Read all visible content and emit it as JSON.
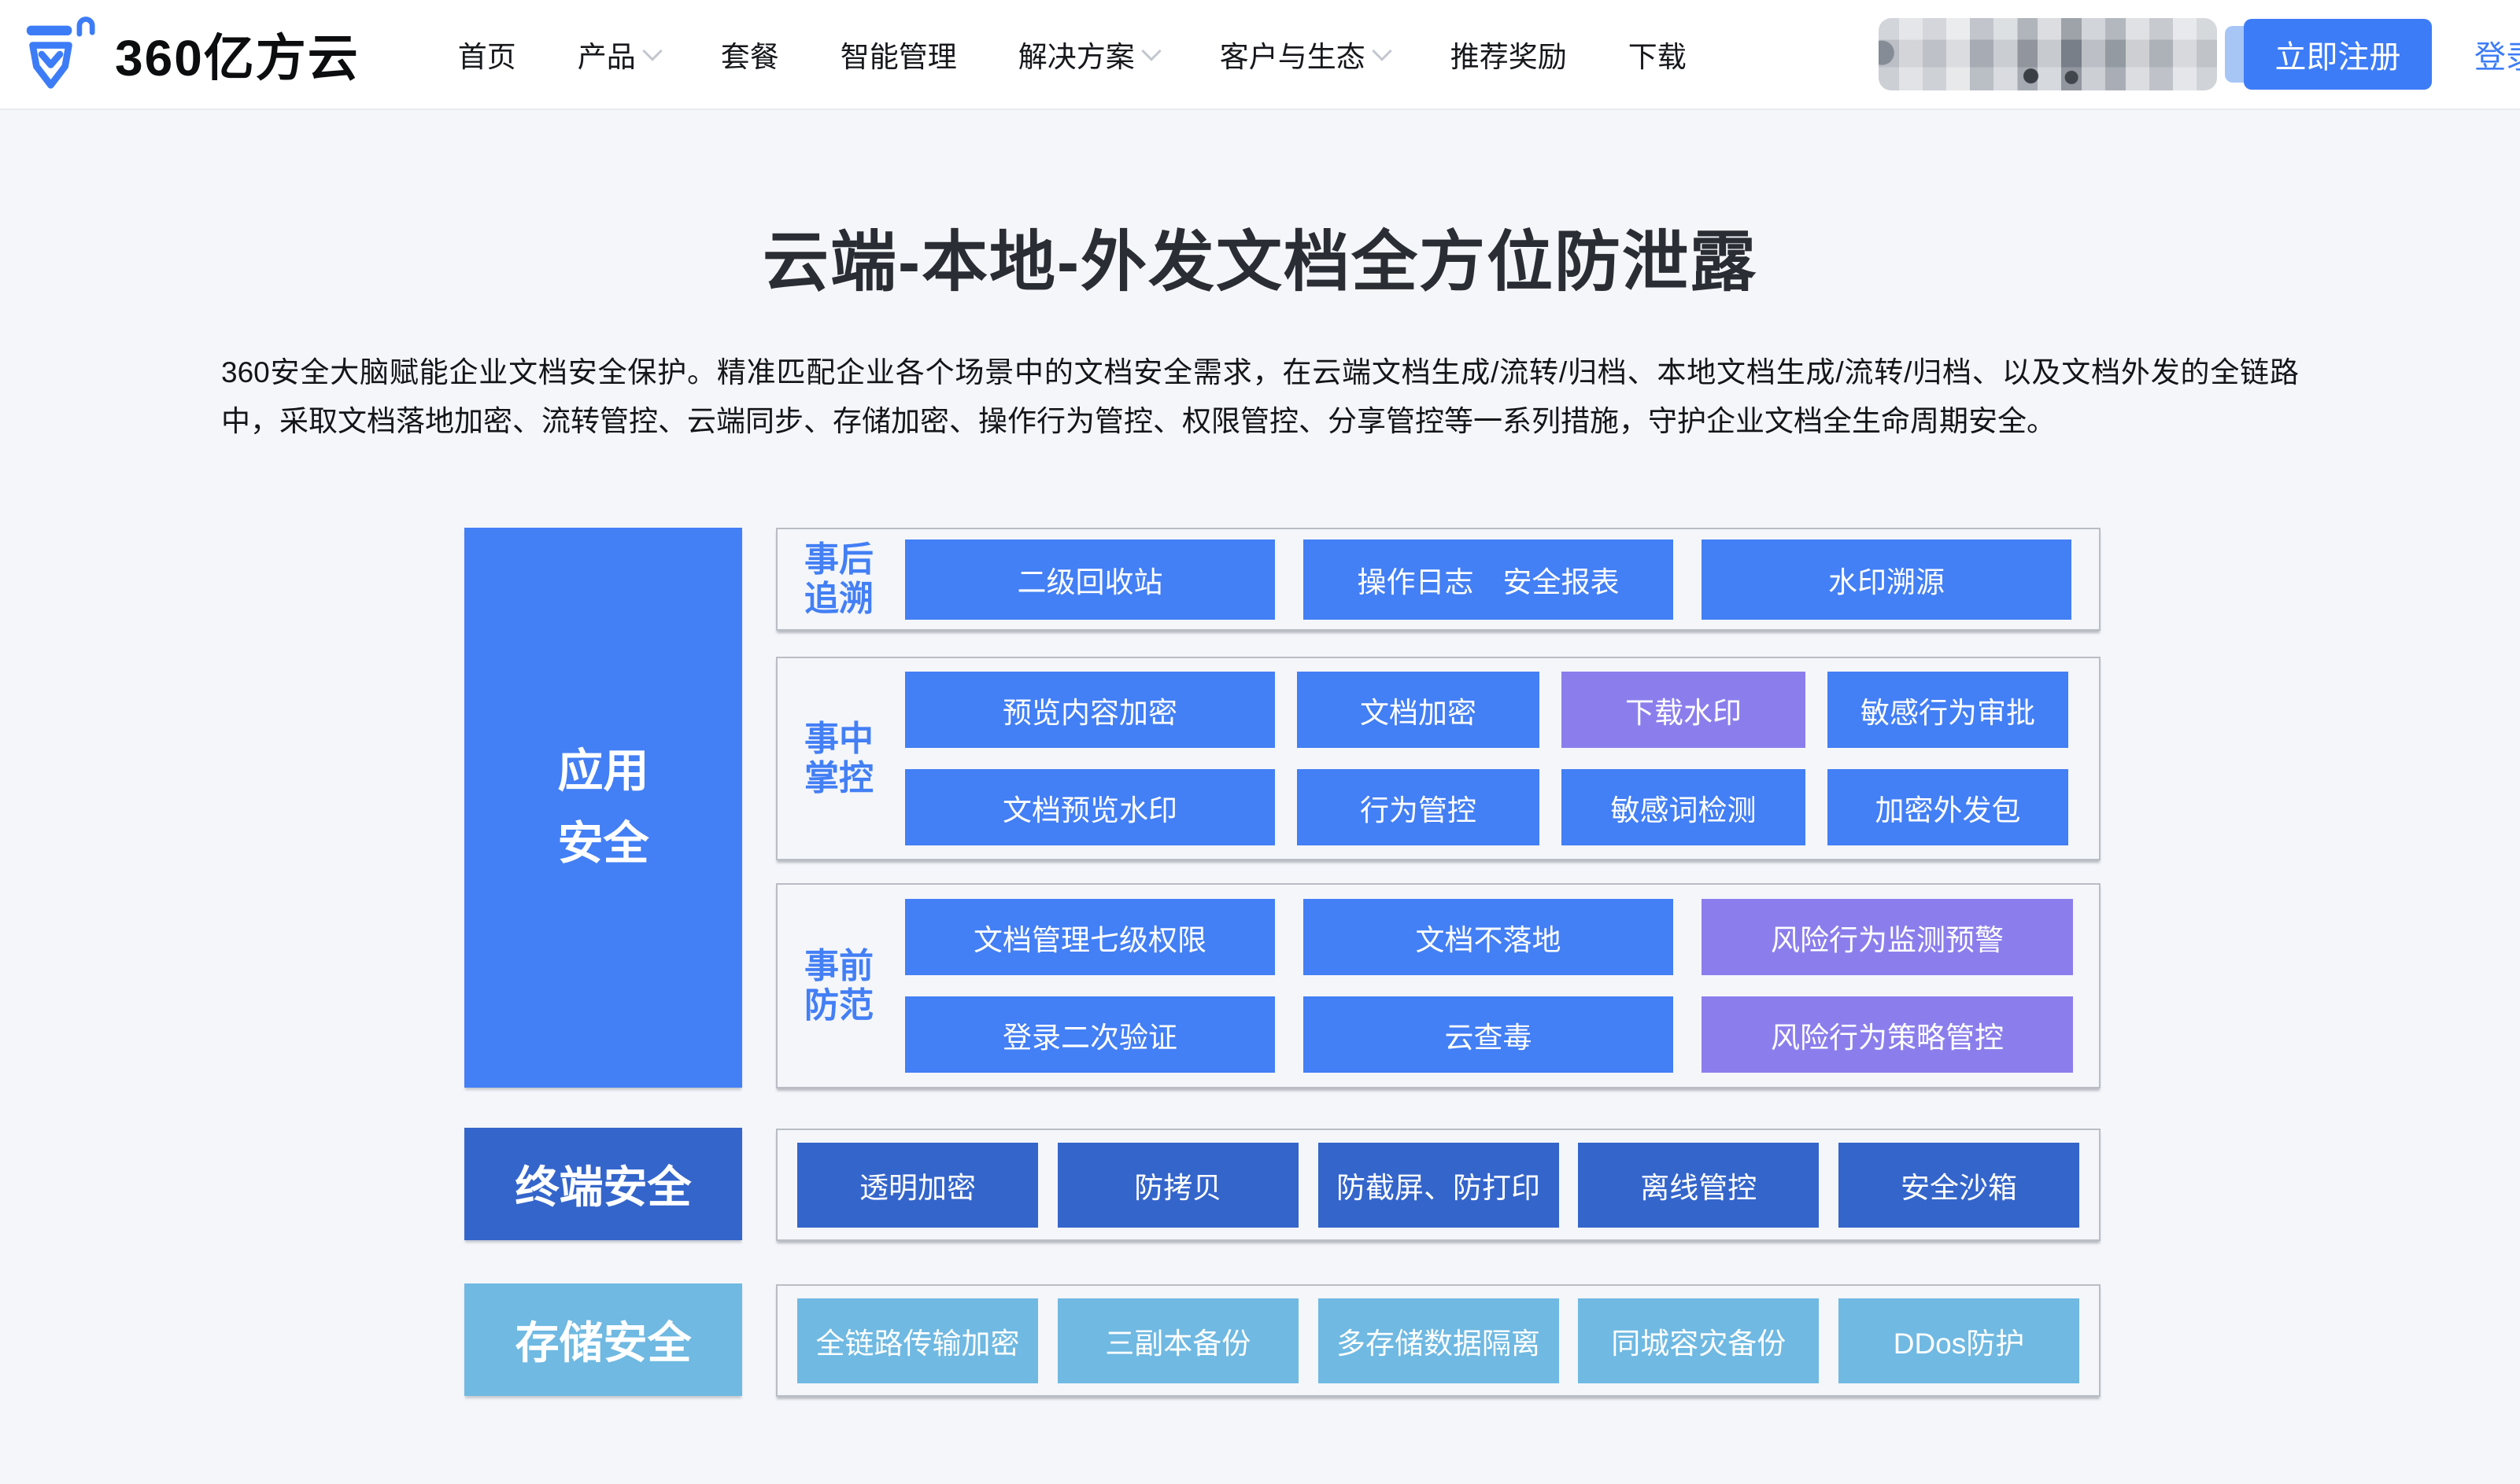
{
  "palette": {
    "primary_blue": "#437ff5",
    "dark_blue": "#3465cb",
    "light_blue": "#6fb9e2",
    "purple": "#8b7eec",
    "register_button_blue": "#3d7cf7",
    "link_blue": "#3d7cf7",
    "page_background": "#f4f6fa"
  },
  "header": {
    "logo_text": "360亿方云",
    "nav": [
      {
        "label": "首页"
      },
      {
        "label": "产品"
      },
      {
        "label": "套餐"
      },
      {
        "label": "智能管理"
      },
      {
        "label": "解决方案"
      },
      {
        "label": "客户与生态"
      },
      {
        "label": "推荐奖励"
      },
      {
        "label": "下载"
      }
    ],
    "register_label": "立即注册",
    "login_label": "登录"
  },
  "hero": {
    "title": "云端-本地-外发文档全方位防泄露",
    "description": "360安全大脑赋能企业文档安全保护。精准匹配企业各个场景中的文档安全需求，在云端文档生成/流转/归档、本地文档生成/流转/归档、以及文档外发的全链路中，采取文档落地加密、流转管控、云端同步、存储加密、操作行为管控、权限管控、分享管控等一系列措施，守护企业文档全生命周期安全。"
  },
  "diagram": {
    "app_security": {
      "label": "应用安全",
      "rows": [
        {
          "stage": "事后追溯",
          "cells": [
            {
              "label": "二级回收站"
            },
            {
              "label": "操作日志　安全报表"
            },
            {
              "label": "水印溯源"
            }
          ]
        },
        {
          "stage": "事中掌控",
          "cells": [
            {
              "label": "预览内容加密"
            },
            {
              "label": "文档加密"
            },
            {
              "label": "下载水印",
              "highlight": true
            },
            {
              "label": "敏感行为审批"
            },
            {
              "label": "文档预览水印"
            },
            {
              "label": "行为管控"
            },
            {
              "label": "敏感词检测"
            },
            {
              "label": "加密外发包"
            }
          ]
        },
        {
          "stage": "事前防范",
          "cells": [
            {
              "label": "文档管理七级权限"
            },
            {
              "label": "文档不落地"
            },
            {
              "label": "风险行为监测预警",
              "highlight": true
            },
            {
              "label": "登录二次验证"
            },
            {
              "label": "云查毒"
            },
            {
              "label": "风险行为策略管控",
              "highlight": true
            }
          ]
        }
      ]
    },
    "terminal_security": {
      "label": "终端安全",
      "cells": [
        {
          "label": "透明加密"
        },
        {
          "label": "防拷贝"
        },
        {
          "label": "防截屏、防打印"
        },
        {
          "label": "离线管控"
        },
        {
          "label": "安全沙箱"
        }
      ]
    },
    "storage_security": {
      "label": "存储安全",
      "cells": [
        {
          "label": "全链路传输加密"
        },
        {
          "label": "三副本备份"
        },
        {
          "label": "多存储数据隔离"
        },
        {
          "label": "同城容灾备份"
        },
        {
          "label": "DDos防护"
        }
      ]
    }
  }
}
